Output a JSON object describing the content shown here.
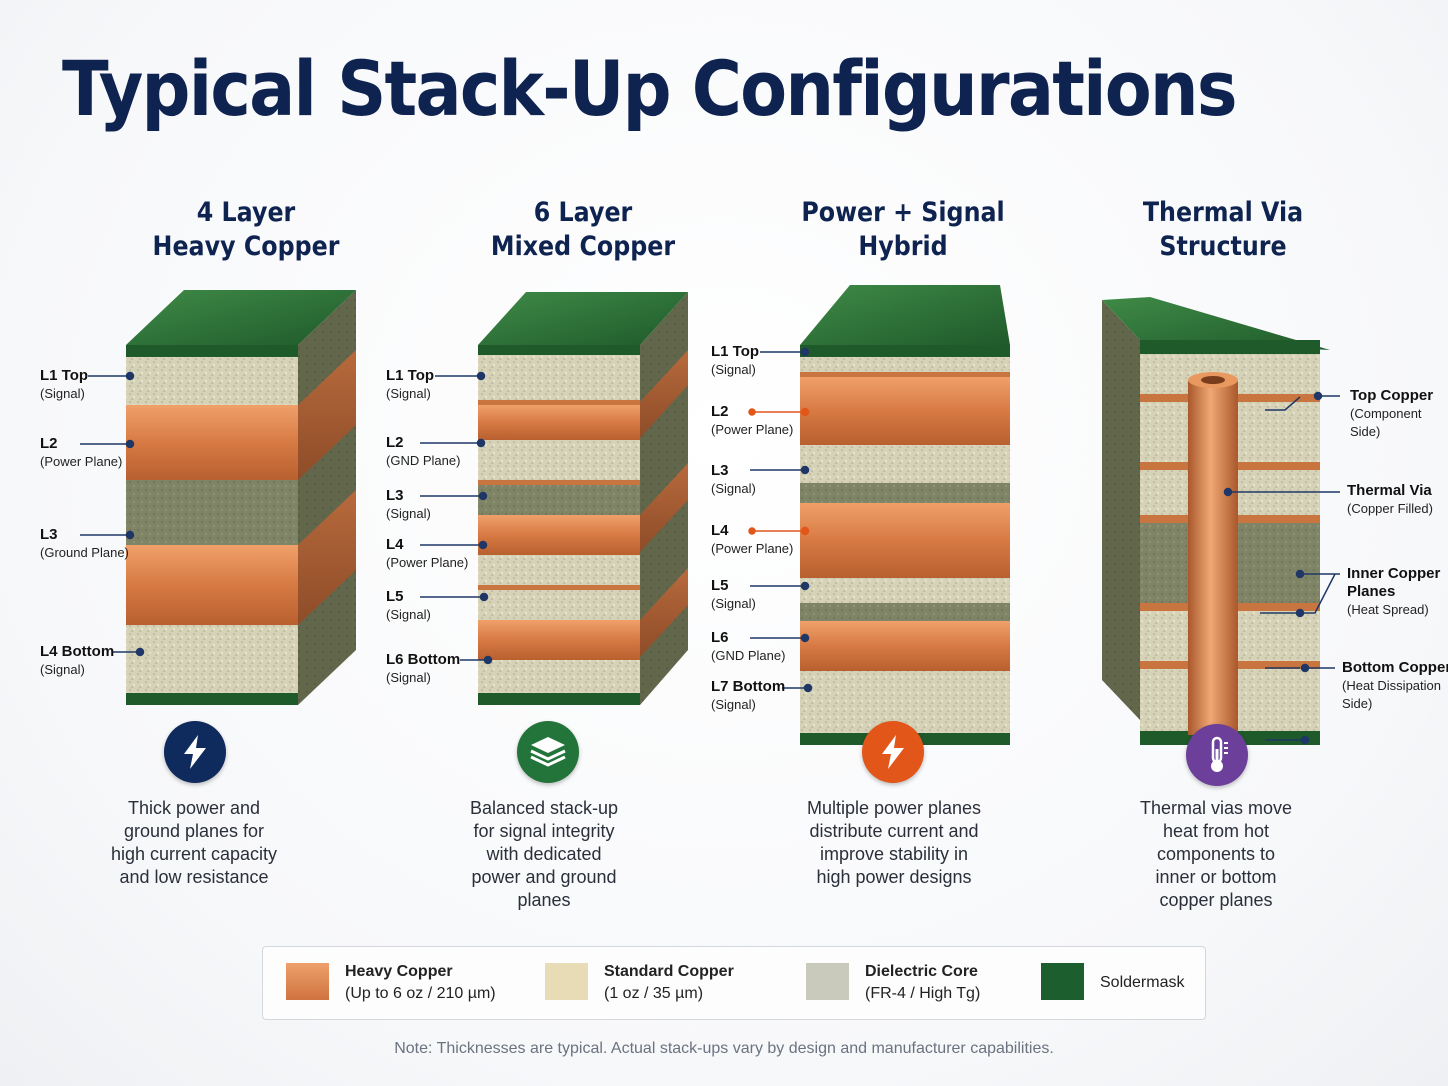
{
  "title": "Typical Stack-Up Configurations",
  "columns": [
    {
      "heading": [
        "4 Layer",
        "Heavy Copper"
      ],
      "layers": [
        {
          "name": "L1 Top",
          "sub": "(Signal)"
        },
        {
          "name": "L2",
          "sub": "(Power Plane)"
        },
        {
          "name": "L3",
          "sub": "(Ground Plane)"
        },
        {
          "name": "L4 Bottom",
          "sub": "(Signal)"
        }
      ],
      "icon": "lightning-bolt-icon",
      "icon_color": "#0f2a5c",
      "description": [
        "Thick power and",
        "ground planes for",
        "high current capacity",
        "and low resistance"
      ]
    },
    {
      "heading": [
        "6 Layer",
        "Mixed Copper"
      ],
      "layers": [
        {
          "name": "L1 Top",
          "sub": "(Signal)"
        },
        {
          "name": "L2",
          "sub": "(GND Plane)"
        },
        {
          "name": "L3",
          "sub": "(Signal)"
        },
        {
          "name": "L4",
          "sub": "(Power Plane)"
        },
        {
          "name": "L5",
          "sub": "(Signal)"
        },
        {
          "name": "L6 Bottom",
          "sub": "(Signal)"
        }
      ],
      "icon": "layers-stack-icon",
      "icon_color": "#23743a",
      "description": [
        "Balanced stack-up",
        "for signal integrity",
        "with dedicated",
        "power and ground",
        "planes"
      ]
    },
    {
      "heading": [
        "Power + Signal",
        "Hybrid"
      ],
      "layers": [
        {
          "name": "L1 Top",
          "sub": "(Signal)"
        },
        {
          "name": "L2",
          "sub": "(Power Plane)"
        },
        {
          "name": "L3",
          "sub": "(Signal)"
        },
        {
          "name": "L4",
          "sub": "(Power Plane)"
        },
        {
          "name": "L5",
          "sub": "(Signal)"
        },
        {
          "name": "L6",
          "sub": "(GND Plane)"
        },
        {
          "name": "L7 Bottom",
          "sub": "(Signal)"
        }
      ],
      "icon": "lightning-bolt-icon",
      "icon_color": "#e2561a",
      "description": [
        "Multiple power planes",
        "distribute current and",
        "improve stability in",
        "high power designs"
      ]
    },
    {
      "heading": [
        "Thermal Via",
        "Structure"
      ],
      "layers": [
        {
          "name": "Top Copper",
          "sub": [
            "(Component",
            "Side)"
          ]
        },
        {
          "name": "Thermal Via",
          "sub": [
            "(Copper Filled)"
          ]
        },
        {
          "name": [
            "Inner Copper",
            "Planes"
          ],
          "sub": [
            "(Heat Spread)"
          ]
        },
        {
          "name": "Bottom Copper",
          "sub": [
            "(Heat Dissipation",
            "Side)"
          ]
        }
      ],
      "icon": "thermometer-icon",
      "icon_color": "#6b3f9a",
      "description": [
        "Thermal vias move",
        "heat from hot",
        "components to",
        "inner or bottom",
        "copper planes"
      ]
    }
  ],
  "legend": [
    {
      "name": "Heavy Copper",
      "sub": "(Up to 6 oz / 210 µm)",
      "color": "#d9824f"
    },
    {
      "name": "Standard Copper",
      "sub": "(1 oz / 35 µm)",
      "color": "#e8dcb6"
    },
    {
      "name": "Dielectric Core",
      "sub": "(FR-4 / High Tg)",
      "color": "#c9cabb"
    },
    {
      "name": "Soldermask",
      "sub": "",
      "color": "#1d5e2e"
    }
  ],
  "note": "Note: Thicknesses are typical. Actual stack-ups vary by design and manufacturer capabilities.",
  "colors": {
    "title": "#0f2350",
    "heavy_copper": "#d9824f",
    "standard_copper": "#e8dcb6",
    "dielectric": "#c9cabb",
    "soldermask": "#1d5e2e",
    "board_green": "#2a6b35",
    "leader_blue": "#1f3766",
    "leader_orange": "#e2561a"
  }
}
